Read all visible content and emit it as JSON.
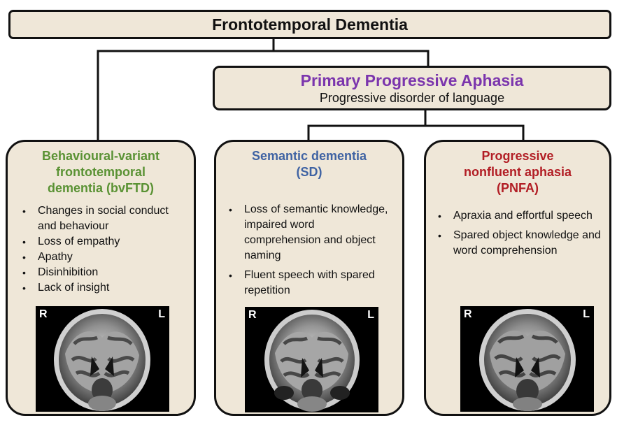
{
  "header": {
    "title": "Frontotemporal Dementia"
  },
  "ppa": {
    "title": "Primary Progressive Aphasia",
    "subtitle": "Progressive disorder of language"
  },
  "cards": [
    {
      "title": "Behavioural-variant frontotemporal dementia (bvFTD)",
      "title_lines": [
        "Behavioural-variant",
        "frontotemporal",
        "dementia (bvFTD)"
      ],
      "title_color": "#5a9234",
      "bullets": [
        "Changes in social conduct and behaviour",
        "Loss of empathy",
        "Apathy",
        "Disinhibition",
        "Lack of insight"
      ],
      "mri_labels": {
        "left": "R",
        "right": "L"
      }
    },
    {
      "title": "Semantic dementia (SD)",
      "title_lines": [
        "Semantic dementia",
        "(SD)"
      ],
      "title_color": "#3f63a3",
      "bullets": [
        "Loss of semantic knowledge, impaired word comprehension and object naming",
        "Fluent speech with spared repetition"
      ],
      "mri_labels": {
        "left": "R",
        "right": "L"
      }
    },
    {
      "title": "Progressive nonfluent aphasia (PNFA)",
      "title_lines": [
        "Progressive",
        "nonfluent aphasia",
        "(PNFA)"
      ],
      "title_color": "#b21e25",
      "bullets": [
        "Apraxia and effortful speech",
        "Spared object knowledge and word comprehension"
      ],
      "mri_labels": {
        "left": "R",
        "right": "L"
      }
    }
  ],
  "colors": {
    "box_fill": "#efe7d8",
    "border": "#111111",
    "ppa_title": "#7b35ad"
  },
  "icons": {
    "mri": "brain-scan-icon"
  }
}
